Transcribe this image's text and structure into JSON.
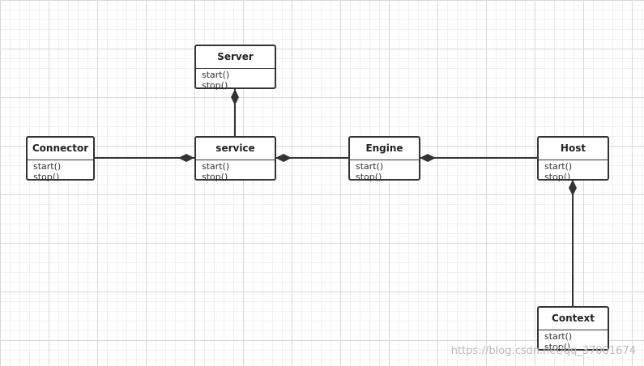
{
  "classes": [
    {
      "name": "Server",
      "ops": [
        "start()",
        "stop()"
      ]
    },
    {
      "name": "Connector",
      "ops": [
        "start()",
        "stop()"
      ]
    },
    {
      "name": "service",
      "ops": [
        "start()",
        "stop()"
      ]
    },
    {
      "name": "Engine",
      "ops": [
        "start()",
        "stop()"
      ]
    },
    {
      "name": "Host",
      "ops": [
        "start()",
        "stop()"
      ]
    },
    {
      "name": "Context",
      "ops": [
        "start()",
        "stop()"
      ]
    }
  ],
  "relations": [
    {
      "type": "composition",
      "whole": "Server",
      "part": "service"
    },
    {
      "type": "composition",
      "whole": "service",
      "part": "Connector"
    },
    {
      "type": "composition",
      "whole": "service",
      "part": "Engine"
    },
    {
      "type": "composition",
      "whole": "Engine",
      "part": "Host"
    },
    {
      "type": "composition",
      "whole": "Host",
      "part": "Context"
    }
  ],
  "colors": {
    "stroke": "#333333",
    "grid": "#d9d9d9"
  },
  "watermark": "https://blog.csdn.net/qq_37001674"
}
